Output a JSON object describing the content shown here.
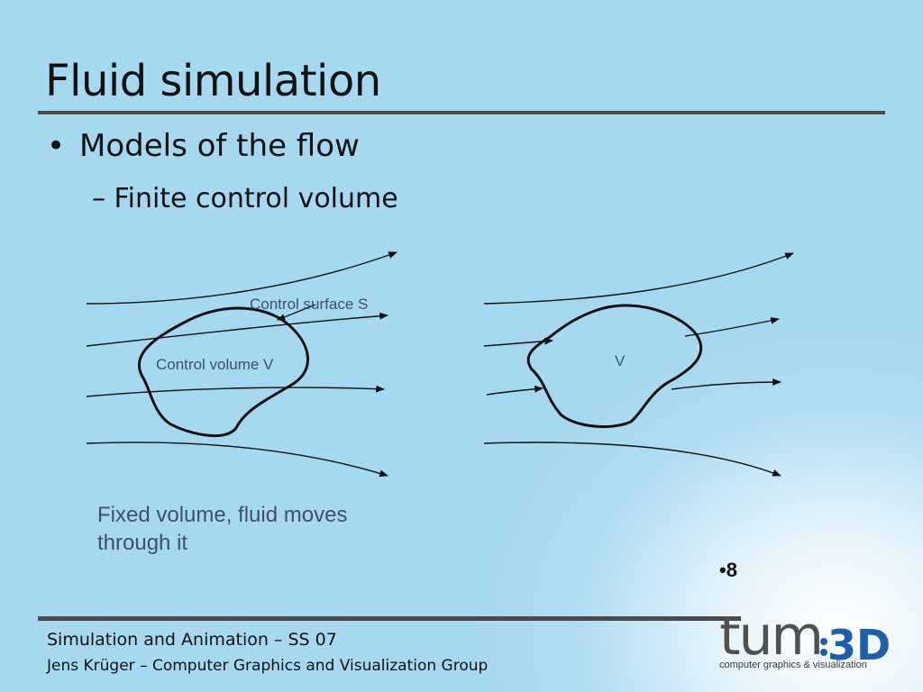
{
  "slide": {
    "title": "Fluid simulation",
    "bullet_symbol": "•",
    "bullet": "Models of the flow",
    "sub_bullet": "– Finite control volume",
    "caption": "Fixed volume, fluid moves through it",
    "page_number": "•8"
  },
  "diagram": {
    "left": {
      "surface_label": "Control surface S",
      "volume_label": "Control volume V"
    },
    "right": {
      "volume_label": "V"
    }
  },
  "footer": {
    "line1": "Simulation and Animation – SS 07",
    "line2": "Jens Krüger – Computer Graphics and Visualization Group"
  },
  "logo": {
    "text_tum": "tum",
    "text_3d": "3D",
    "subtitle": "computer graphics & visualization",
    "colors": {
      "tum": "#505050",
      "accent": "#1f5fa8"
    }
  }
}
